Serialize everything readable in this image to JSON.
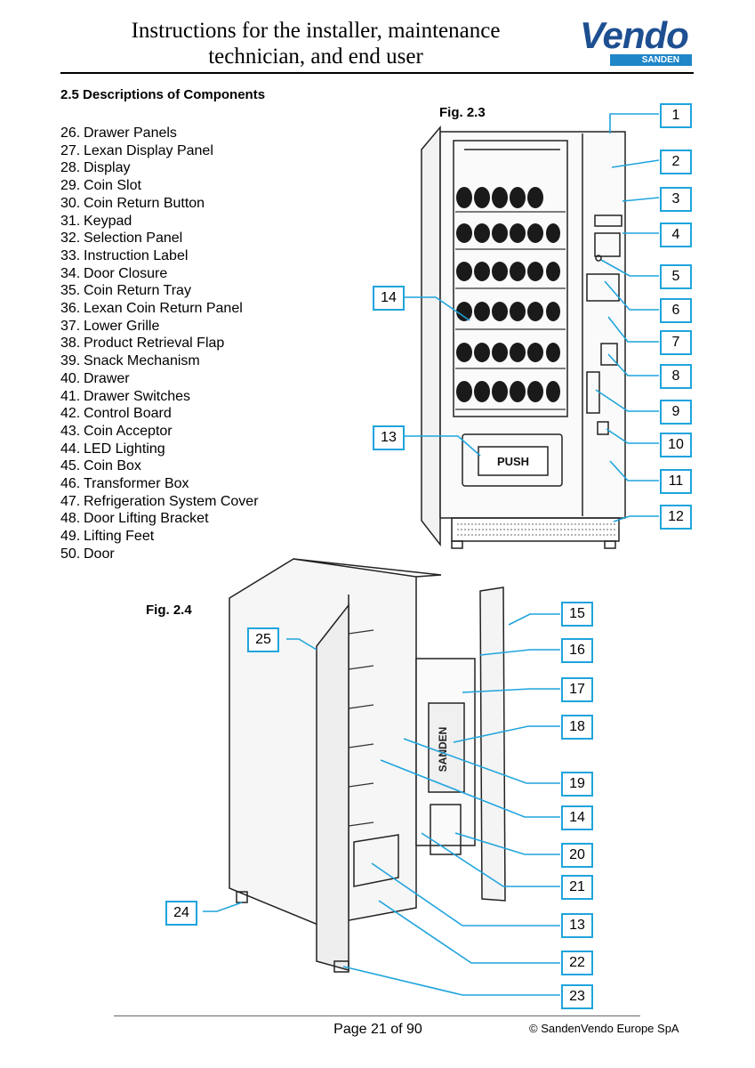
{
  "header": {
    "title_line1": "Instructions for the installer, maintenance",
    "title_line2": "technician, and end user",
    "logo_word": "Vendo",
    "logo_sub": "SANDEN"
  },
  "section": {
    "title": "2.5 Descriptions of Components"
  },
  "components": [
    {
      "num": "26.",
      "label": "Drawer Panels"
    },
    {
      "num": "27.",
      "label": "Lexan Display Panel"
    },
    {
      "num": "28.",
      "label": "Display"
    },
    {
      "num": "29.",
      "label": "Coin Slot"
    },
    {
      "num": "30.",
      "label": "Coin Return Button"
    },
    {
      "num": "31.",
      "label": "Keypad"
    },
    {
      "num": "32.",
      "label": "Selection Panel"
    },
    {
      "num": "33.",
      "label": "Instruction Label"
    },
    {
      "num": "34.",
      "label": "Door Closure"
    },
    {
      "num": "35.",
      "label": "Coin Return Tray"
    },
    {
      "num": "36.",
      "label": "Lexan Coin Return Panel"
    },
    {
      "num": "37.",
      "label": "Lower Grille"
    },
    {
      "num": "38.",
      "label": "Product Retrieval Flap"
    },
    {
      "num": "39.",
      "label": "Snack Mechanism"
    },
    {
      "num": "40.",
      "label": "Drawer"
    },
    {
      "num": "41.",
      "label": "Drawer Switches"
    },
    {
      "num": "42.",
      "label": "Control Board"
    },
    {
      "num": "43.",
      "label": "Coin Acceptor"
    },
    {
      "num": "44.",
      "label": "LED Lighting"
    },
    {
      "num": "45.",
      "label": "Coin Box"
    },
    {
      "num": "46.",
      "label": "Transformer Box"
    },
    {
      "num": "47.",
      "label": "Refrigeration System Cover"
    },
    {
      "num": "48.",
      "label": "Door Lifting Bracket"
    },
    {
      "num": "49.",
      "label": "Lifting Feet"
    },
    {
      "num": "50.",
      "label": "Door"
    }
  ],
  "figures": {
    "fig23": {
      "label": "Fig. 2.3",
      "push_label": "PUSH",
      "callouts": [
        "1",
        "2",
        "3",
        "4",
        "5",
        "6",
        "7",
        "8",
        "9",
        "10",
        "11",
        "12",
        "13",
        "14"
      ]
    },
    "fig24": {
      "label": "Fig. 2.4",
      "brand_text": "SANDEN",
      "callouts": [
        "15",
        "16",
        "17",
        "18",
        "19",
        "14",
        "20",
        "21",
        "13",
        "22",
        "23",
        "24",
        "25"
      ]
    }
  },
  "footer": {
    "page": "Page 21 of 90",
    "copyright": "© SandenVendo Europe SpA"
  },
  "colors": {
    "callout_border": "#1fa4dd",
    "logo_blue": "#1d4f91",
    "logo_bar": "#1f86c8"
  }
}
